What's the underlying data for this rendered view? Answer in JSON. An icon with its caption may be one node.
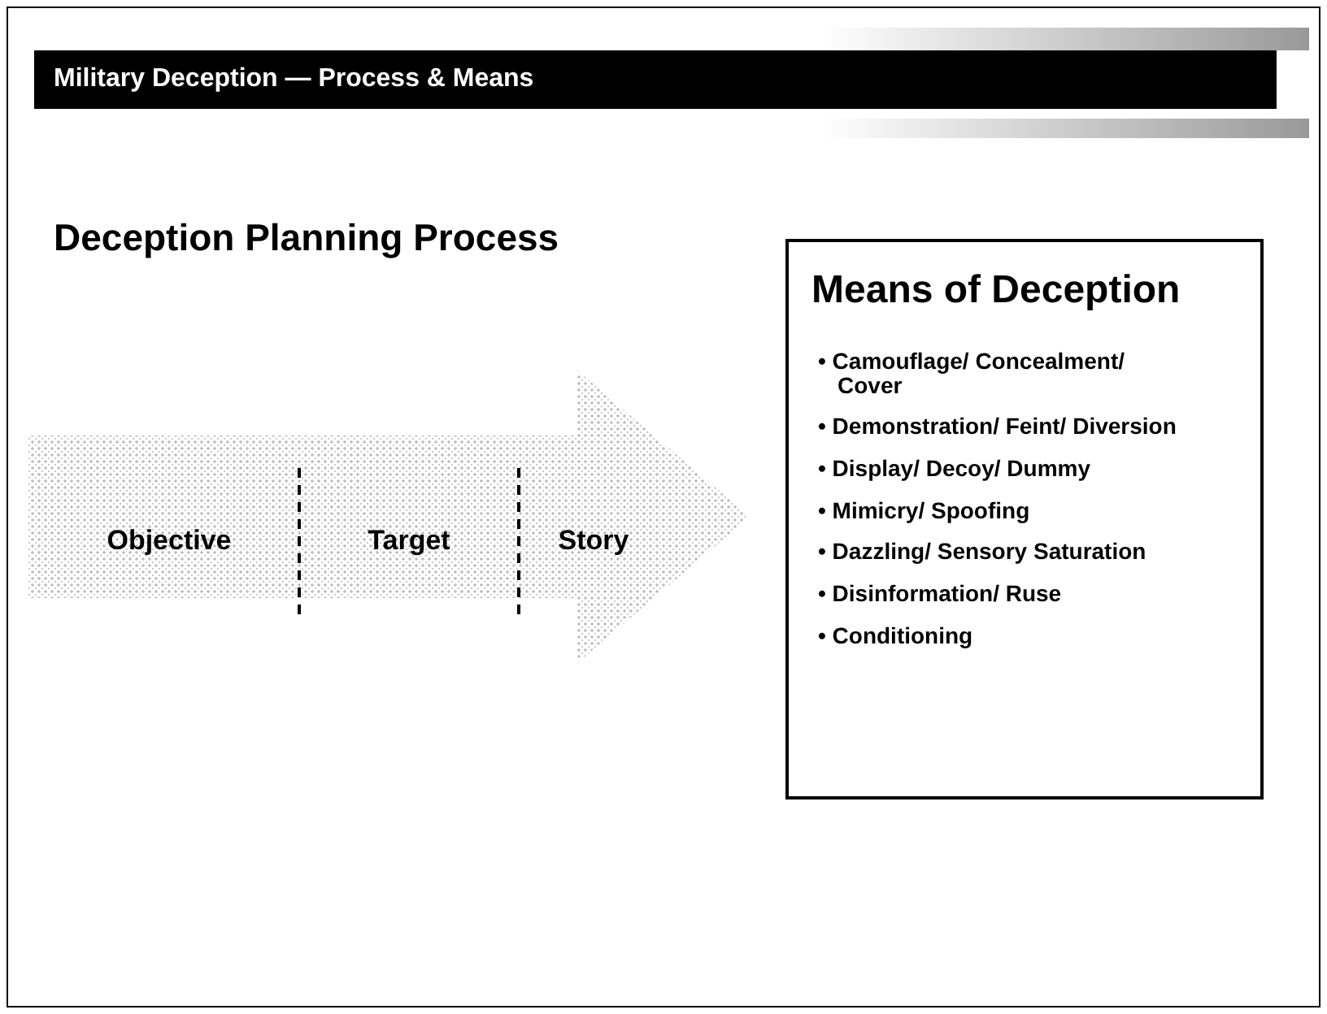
{
  "diagram": {
    "title": "Military Deception — Process & Means",
    "nodes": [
      {
        "text": [
          "Deception Planning Process"
        ]
      },
      {
        "text": [
          "Objective"
        ],
        "in": 0
      },
      {
        "text": [
          "Target"
        ],
        "in": 0
      },
      {
        "text": [
          "Story"
        ],
        "in": 0
      },
      {
        "text": [
          "Means of Deception",
          "• Camouflage/ Concealment/ Cover",
          "• Demonstration/ Feint/ Diversion",
          "• Display/ Decoy/ Dummy",
          "• Mimicry/ Spoofing",
          "• Dazzling/ Sensory Saturation",
          "• Disinformation/ Ruse",
          "• Conditioning"
        ]
      }
    ],
    "edges": []
  }
}
